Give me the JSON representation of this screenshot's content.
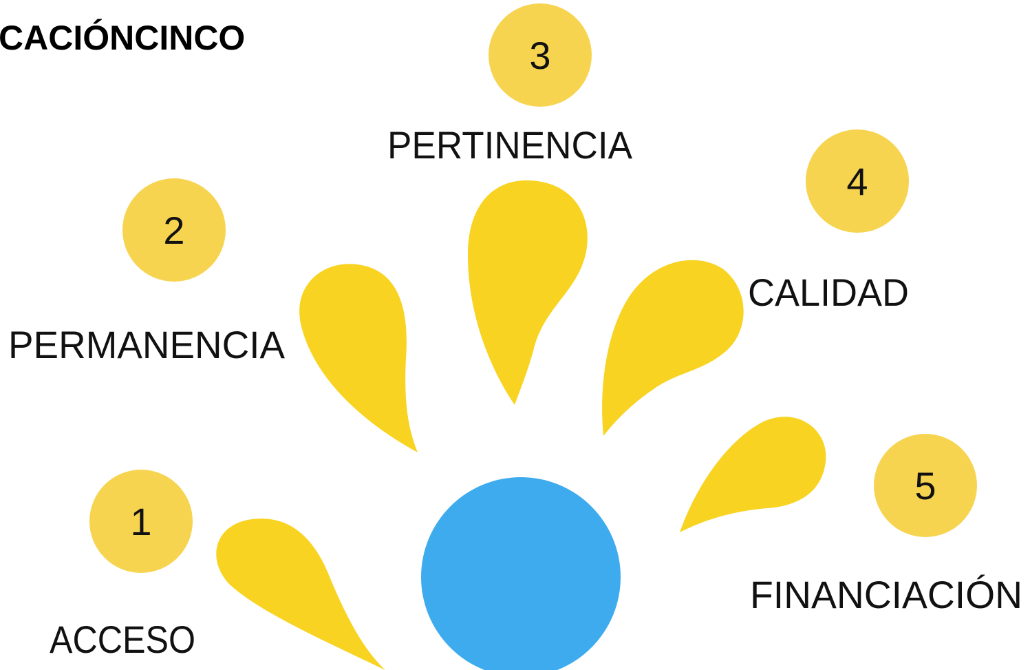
{
  "title": "CACIÓNCINCO",
  "colors": {
    "petal": "#F8D321",
    "badge": "#F7D450",
    "center": "#3DABED",
    "text": "#111111",
    "background": "#FFFFFF"
  },
  "pillars": [
    {
      "number": "1",
      "label": "ACCESO"
    },
    {
      "number": "2",
      "label": "PERMANENCIA"
    },
    {
      "number": "3",
      "label": "PERTINENCIA"
    },
    {
      "number": "4",
      "label": "CALIDAD"
    },
    {
      "number": "5",
      "label": "FINANCIACIÓN"
    }
  ]
}
